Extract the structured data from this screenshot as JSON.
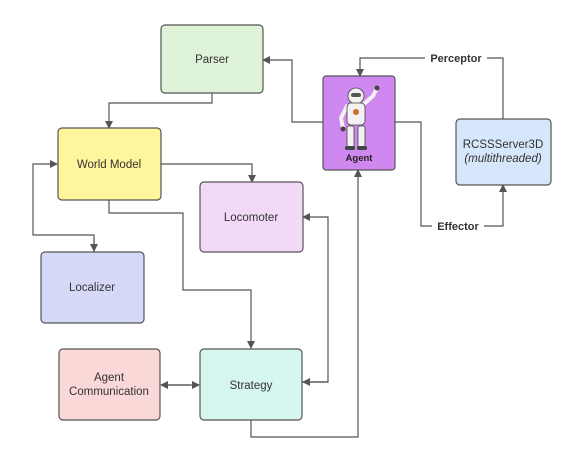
{
  "nodes": {
    "parser": {
      "label": "Parser",
      "fill": "#dff3d9"
    },
    "world_model": {
      "label": "World Model",
      "fill": "#fff59d"
    },
    "locomoter": {
      "label": "Locomoter",
      "fill": "#f1d9f7"
    },
    "localizer": {
      "label": "Localizer",
      "fill": "#d6d8f7"
    },
    "agent_comm": {
      "label_line1": "Agent",
      "label_line2": "Communication",
      "fill": "#fbd8d8"
    },
    "strategy": {
      "label": "Strategy",
      "fill": "#d6f7ef"
    },
    "agent": {
      "label": "Agent",
      "fill": "#cf88ef",
      "icon": "robot-icon"
    },
    "server": {
      "label_line1": "RCSSServer3D",
      "label_line2": "(multithreaded)",
      "fill": "#d6e6fb"
    }
  },
  "edge_labels": {
    "perceptor": "Perceptor",
    "effector": "Effector"
  },
  "colors": {
    "border": "#555555",
    "edge": "#555555"
  }
}
